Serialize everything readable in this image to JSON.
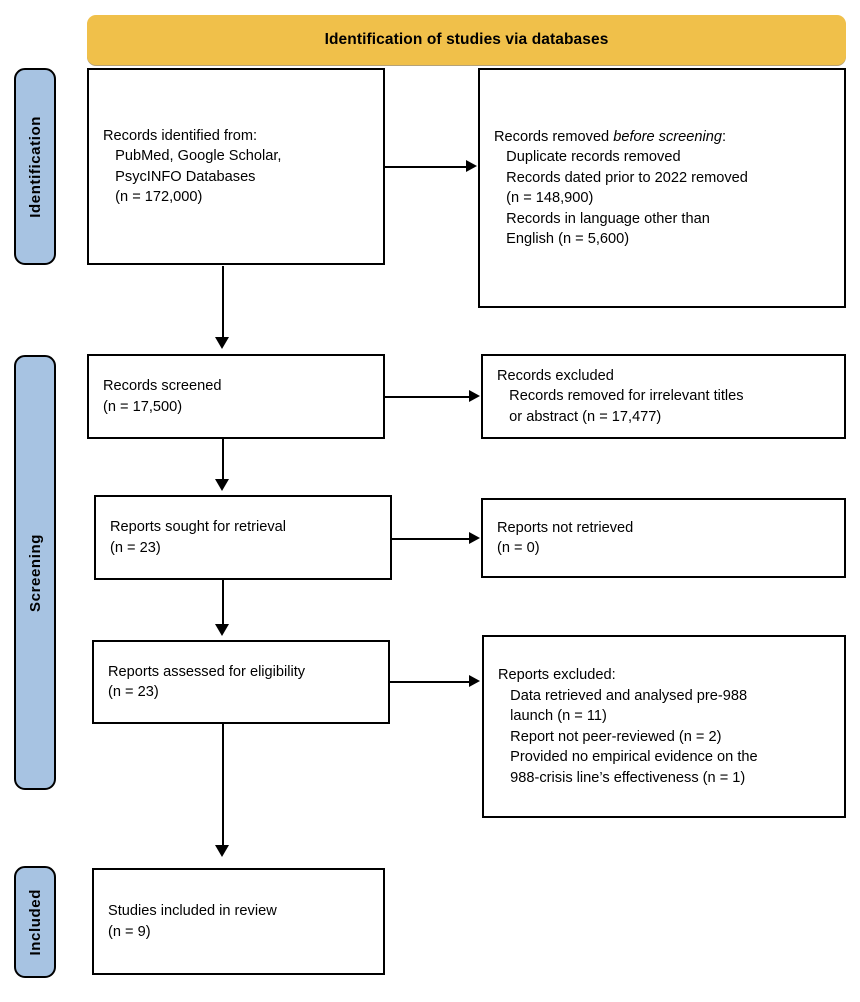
{
  "diagram": {
    "type": "prisma-flow-diagram",
    "banner": {
      "title": "Identification of studies via databases",
      "color": "#F0C04A"
    },
    "stage_tabs": [
      {
        "id": "identification",
        "label": "Identification",
        "color": "#A7C3E2"
      },
      {
        "id": "screening",
        "label": "Screening",
        "color": "#A7C3E2"
      },
      {
        "id": "included",
        "label": "Included",
        "color": "#A7C3E2"
      }
    ],
    "boxes": {
      "records_identified": {
        "line1": "Records identified from:",
        "line2": "   PubMed, Google Scholar,",
        "line3": "   PsycINFO Databases",
        "line4": "   (n = 172,000)"
      },
      "records_removed": {
        "lead_plain": "Records removed ",
        "lead_italic": "before screening",
        "lead_tail": ":",
        "line2": "   Duplicate records removed",
        "line3": "   Records dated prior to 2022 removed",
        "line4": "   (n = 148,900)",
        "line5": "   Records in language other than",
        "line6": "   English (n = 5,600)"
      },
      "records_screened": {
        "line1": "Records screened",
        "line2": "(n = 17,500)"
      },
      "records_excluded": {
        "line1": "Records excluded",
        "line2": "   Records removed for irrelevant titles",
        "line3": "   or abstract (n = 17,477)"
      },
      "reports_sought": {
        "line1": "Reports sought for retrieval",
        "line2": "(n = 23)"
      },
      "reports_not_retrieved": {
        "line1": "Reports not retrieved",
        "line2": "(n = 0)"
      },
      "reports_assessed": {
        "line1": "Reports assessed for eligibility",
        "line2": "(n = 23)"
      },
      "reports_excluded": {
        "line1": "Reports excluded:",
        "line2": "   Data retrieved and analysed pre-988",
        "line3": "   launch (n = 11)",
        "line4": "   Report not peer-reviewed (n = 2)",
        "line5": "   Provided no empirical evidence on the",
        "line6": "   988-crisis line’s effectiveness (n = 1)"
      },
      "studies_included": {
        "line1": "Studies included in review",
        "line2": "(n = 9)"
      }
    },
    "counts": {
      "identified_total": 172000,
      "duplicates_and_pre2022_removed": 148900,
      "non_english_removed": 5600,
      "screened": 17500,
      "excluded_title_abstract": 17477,
      "sought_for_retrieval": 23,
      "not_retrieved": 0,
      "assessed_for_eligibility": 23,
      "excluded_pre988": 11,
      "excluded_not_peer_reviewed": 2,
      "excluded_no_empirical_evidence": 1,
      "included_in_review": 9
    }
  }
}
